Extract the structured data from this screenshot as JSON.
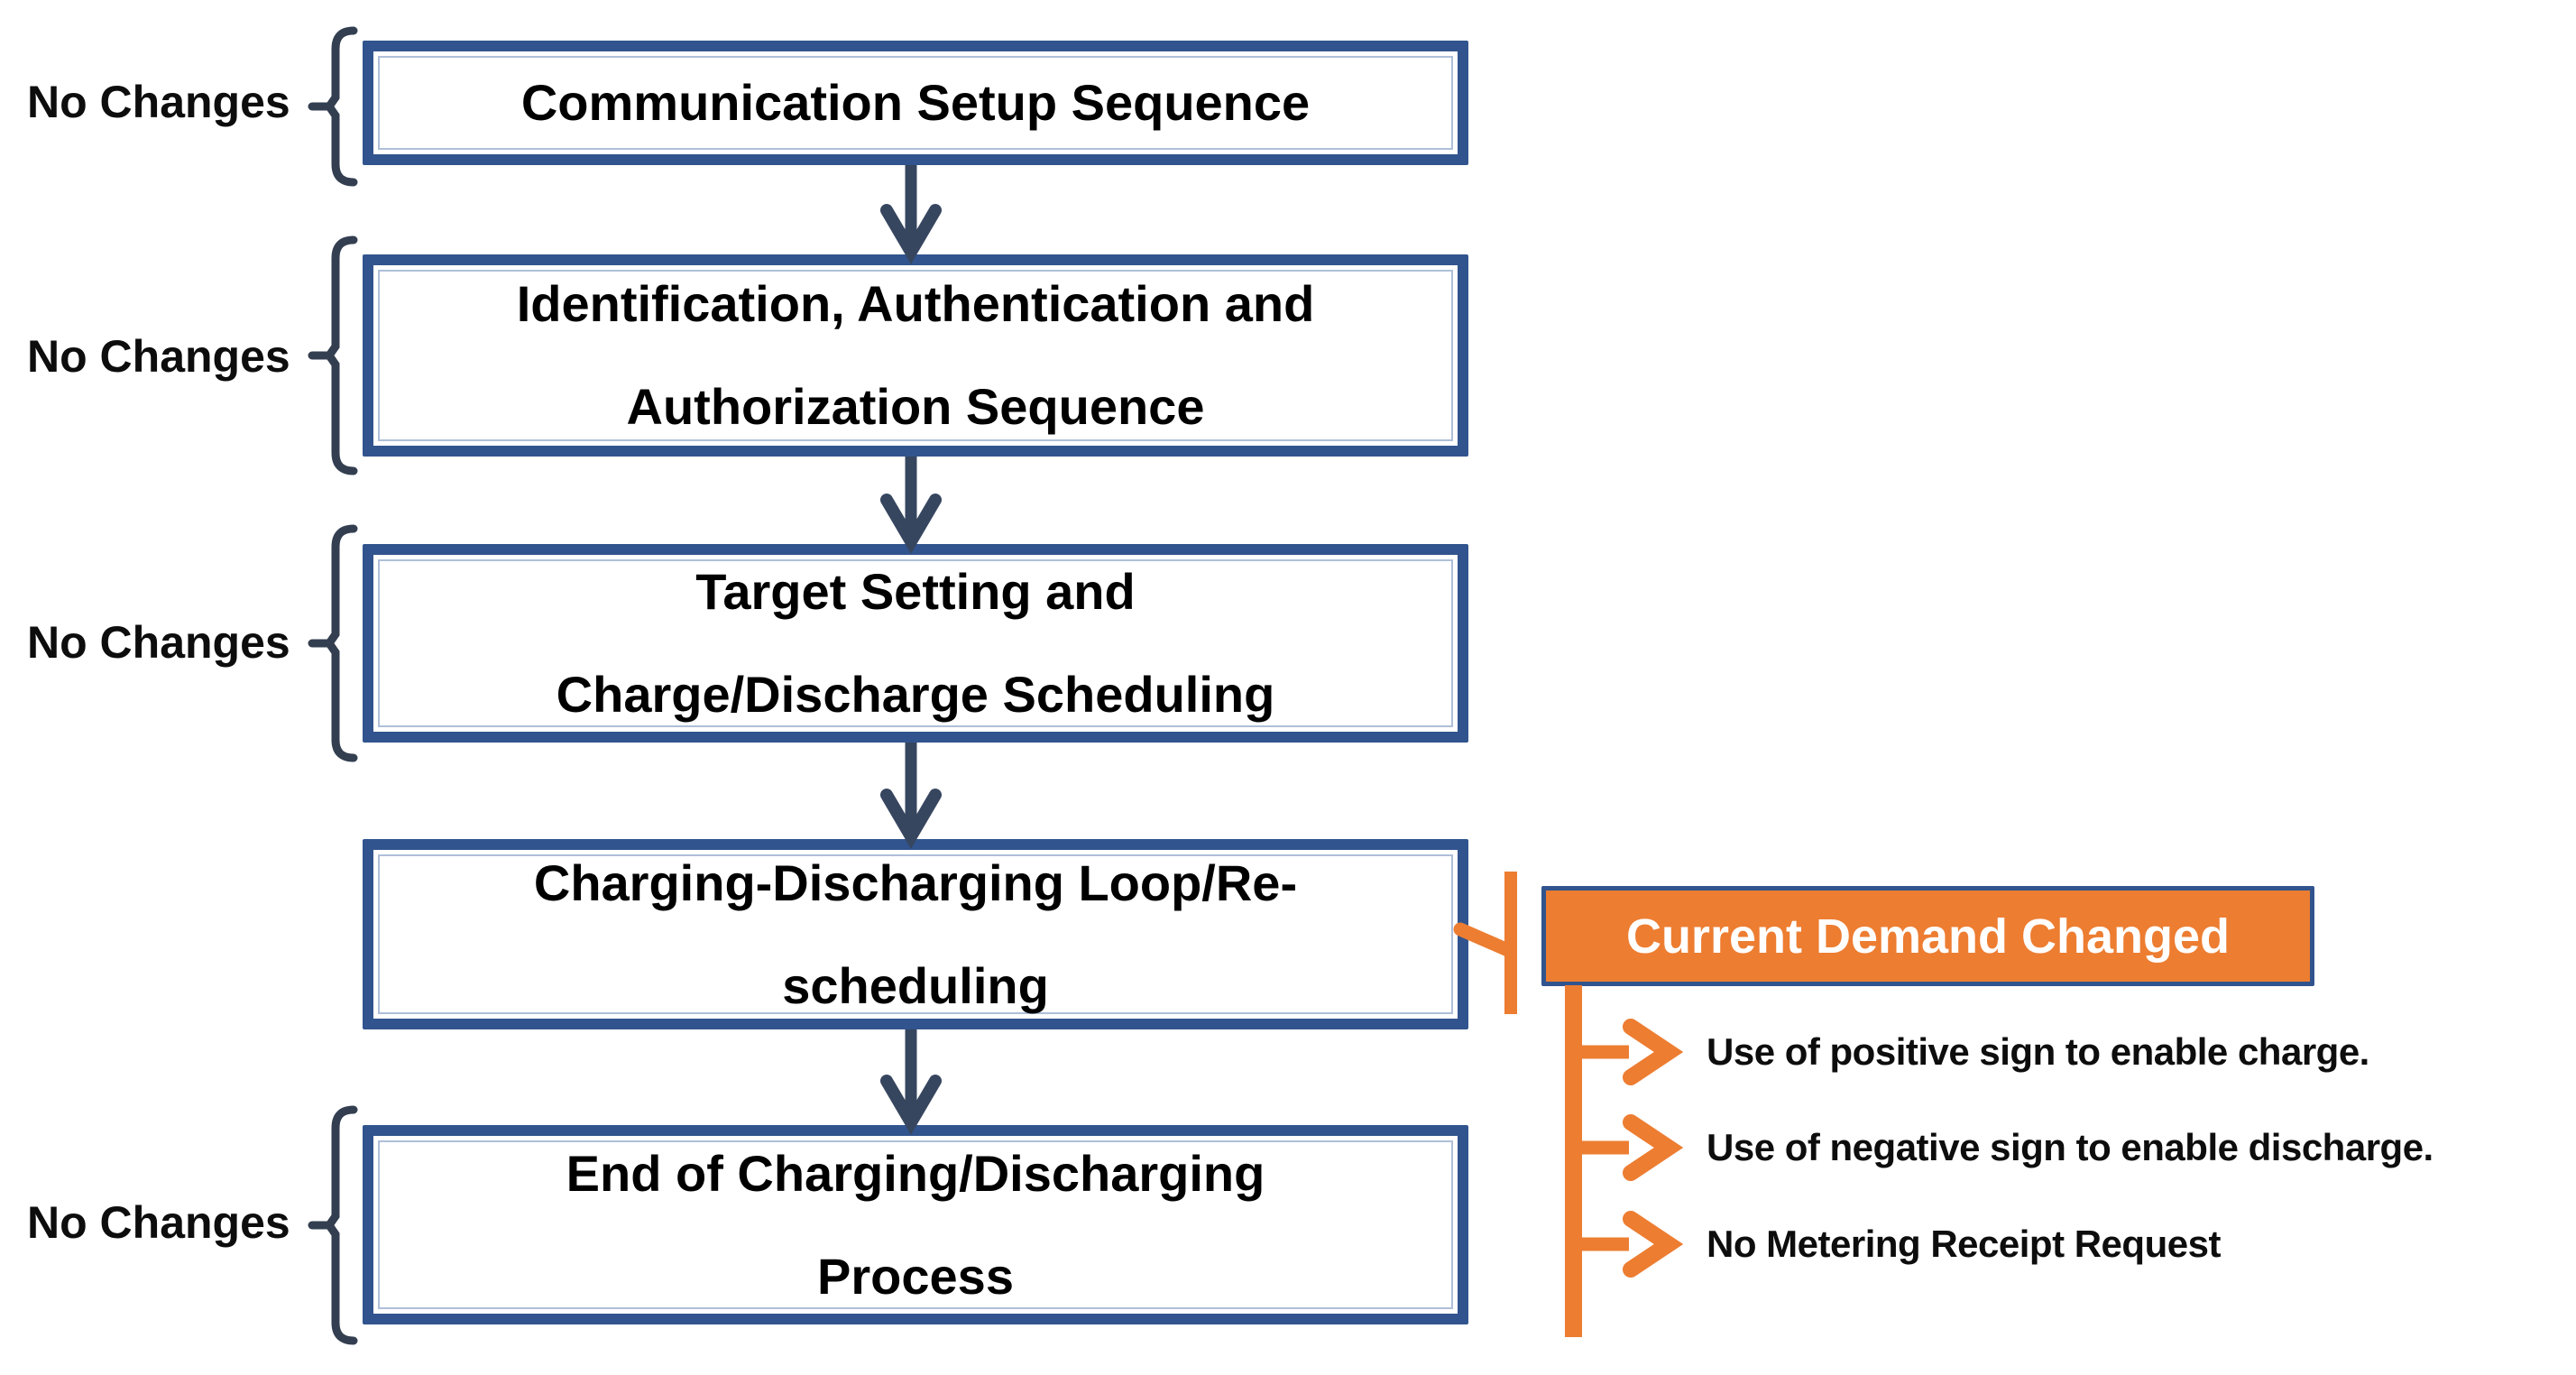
{
  "diagram": {
    "no_changes_label": "No Changes",
    "boxes": [
      {
        "lines": [
          "Communication Setup Sequence"
        ]
      },
      {
        "lines": [
          "Identification, Authentication and",
          "Authorization Sequence"
        ]
      },
      {
        "lines": [
          "Target Setting and",
          "Charge/Discharge Scheduling"
        ]
      },
      {
        "lines": [
          "Charging-Discharging Loop/Re-",
          "scheduling"
        ]
      },
      {
        "lines": [
          "End of Charging/Discharging",
          "Process"
        ]
      }
    ],
    "side_branch": {
      "title": "Current Demand Changed",
      "bullets": [
        "Use of positive sign to enable charge.",
        "Use of negative sign to enable discharge.",
        "No Metering Receipt Request"
      ]
    },
    "colors": {
      "box_border_blue": "#31548E",
      "arrow_navy": "#37465F",
      "bracket_slate": "#333F50",
      "accent_orange": "#ED7D31",
      "box_text": "#000000",
      "note_title_text": "#FFFFFF"
    }
  }
}
